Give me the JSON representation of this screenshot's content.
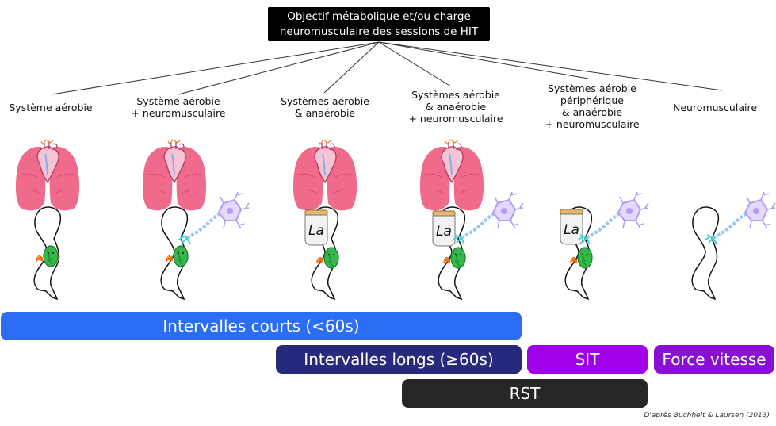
{
  "root": {
    "lines": [
      "Objectif métabolique et/ou charge",
      "neuromusculaire des sessions de HIT"
    ],
    "background": "#000000"
  },
  "categories": [
    {
      "lines": [
        "Système aérobie"
      ],
      "icons": [
        "lungs-heart-icon",
        "leg-icon",
        "mitochondria-icon"
      ]
    },
    {
      "lines": [
        "Système aérobie",
        "+ neuromusculaire"
      ],
      "icons": [
        "lungs-heart-icon",
        "leg-icon",
        "mitochondria-icon",
        "neuron-icon"
      ]
    },
    {
      "lines": [
        "Systèmes aérobie",
        "& anaérobie"
      ],
      "icons": [
        "lungs-heart-icon",
        "leg-icon",
        "mitochondria-icon",
        "lactate-jar-icon"
      ]
    },
    {
      "lines": [
        "Systèmes aérobie",
        "& anaérobie",
        "+ neuromusculaire"
      ],
      "icons": [
        "lungs-heart-icon",
        "leg-icon",
        "mitochondria-icon",
        "lactate-jar-icon",
        "neuron-icon"
      ]
    },
    {
      "lines": [
        "Systèmes aérobie",
        "périphérique",
        "& anaérobie",
        "+ neuromusculaire"
      ],
      "icons": [
        "leg-icon",
        "mitochondria-icon",
        "lactate-jar-icon",
        "neuron-icon"
      ]
    },
    {
      "lines": [
        "Neuromusculaire"
      ],
      "icons": [
        "leg-icon",
        "neuron-icon"
      ]
    }
  ],
  "jar_label": "La",
  "bars": [
    {
      "label": "Intervalles courts (<60s)",
      "color": "#2b6ef5"
    },
    {
      "label": "Intervalles longs (≥60s)",
      "color": "#272a7c"
    },
    {
      "label": "SIT",
      "color": "#a000e8"
    },
    {
      "label": "Force vitesse",
      "color": "#8a0ed4"
    },
    {
      "label": "RST",
      "color": "#262626"
    }
  ],
  "credit": "D'après Buchheit & Laursen (2013)",
  "colors": {
    "lung": "#f06a8c",
    "lung_dark": "#d94a6e",
    "heart": "#e8a0b8",
    "mitochondria": "#33b84a",
    "neuron_body": "#b49cf0",
    "neuron_axon": "#9ac8ee",
    "neuron_terminal": "#44d4d8",
    "fire": "#f26a10"
  }
}
